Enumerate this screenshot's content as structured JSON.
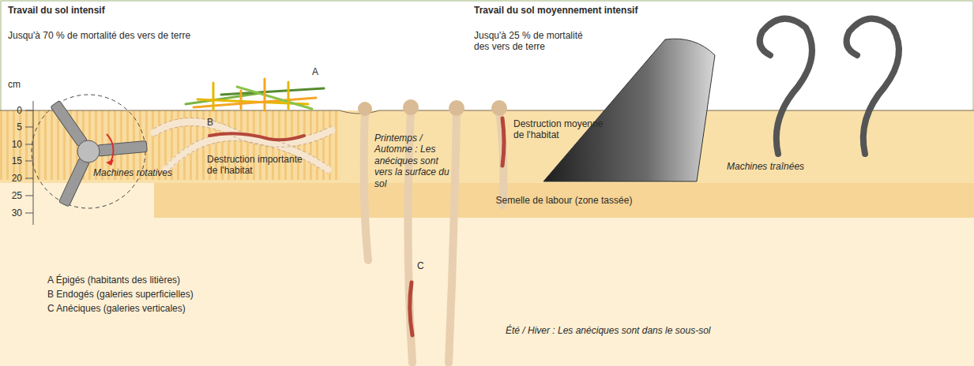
{
  "diagram": {
    "nodes": [
      {
        "text": [
          "Semelle de labour (zone tassée)"
        ]
      }
    ],
    "labels": [
      "Travail du sol intensif",
      "Jusqu'à 70 % de mortalité des vers de terre",
      "Travail du sol moyennement intensif",
      "Jusqu'à 25 % de mortalité des vers de terre",
      "cm",
      "0",
      "5",
      "10",
      "15",
      "20",
      "25",
      "30",
      "A",
      "B",
      "C",
      "Machines rotatives",
      "Destruction importante de l'habitat",
      "Printemps / Automne : Les anéciques sont vers la surface du sol",
      "Destruction moyenne de l'habitat",
      "Machines traînées",
      "A Épigés (habitants des litières)",
      "B Endogés (galeries superficielles)",
      "C Anéciques (galeries verticales)",
      "Été / Hiver : Les anéciques sont dans le sous-sol"
    ]
  }
}
